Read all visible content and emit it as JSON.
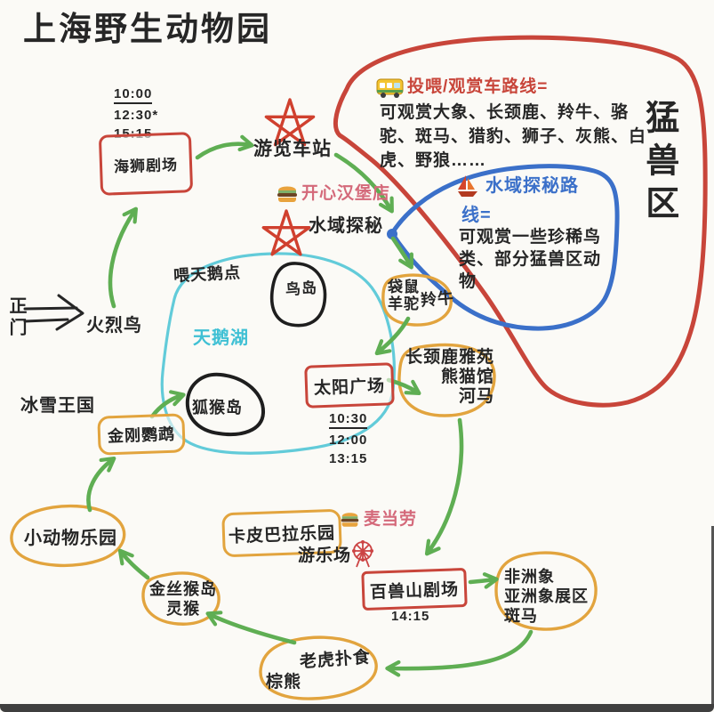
{
  "title": "上海野生动物园",
  "zone": {
    "beast_area": "猛兽区"
  },
  "legend_bus": {
    "title": "投喂/观赏车路线=",
    "body": "可观赏大象、长颈鹿、羚牛、骆\n驼、斑马、猎豹、狮子、灰熊、白\n虎、野狼……"
  },
  "legend_boat": {
    "title": "水域探秘路",
    "title2": "线=",
    "body": "可观赏一些珍稀鸟\n类、部分猛兽区动\n物"
  },
  "nodes": {
    "gate": "正门",
    "flamingo": "火烈鸟",
    "sea_lion_theater": "海狮剧场",
    "tour_bus_station": "游览车站",
    "happy_burger": "开心汉堡店",
    "water_exploration": "水域探秘",
    "swan_feeding_spot": "喂天鹅点",
    "swan_lake": "天鹅湖",
    "bird_island": "鸟岛",
    "lemur_island": "狐猴岛",
    "ice_snow_kingdom": "冰雪王国",
    "macaw": "金刚鹦鹉",
    "small_animal_park": "小动物乐园",
    "golden_monkey_island": "金丝猴岛\n灵猴",
    "capybara_park": "卡皮巴拉乐园",
    "amusement_park": "游乐场",
    "mcdonalds": "麦当劳",
    "beast_mountain_theater": "百兽山剧场",
    "sun_plaza": "太阳广场",
    "kangaroo_alpaca": "袋鼠\n羊驼",
    "takin": "羚牛",
    "giraffe_panda_hippo": "长颈鹿雅苑\n熊猫馆\n河马",
    "elephant_zebra": "非洲象\n亚洲象展区\n斑马",
    "tiger_feeding": "老虎扑食",
    "brown_bear": "棕熊"
  },
  "showtimes": {
    "sea_lion": [
      "10:00",
      "12:30*",
      "15:15"
    ],
    "sun_plaza": [
      "10:30",
      "12:00",
      "13:15"
    ],
    "beast_mountain": "14:15"
  },
  "icons": {
    "bus": "bus-icon",
    "burger": "burger-icon",
    "sailboat": "sailboat-icon",
    "ferris_wheel": "ferris-wheel-icon",
    "star": "star-doodle-icon"
  },
  "colors": {
    "bus_route_red": "#c8453a",
    "boat_route_blue": "#3b70c9",
    "walk_route_green": "#5fae53",
    "lake_cyan": "#62cbd9",
    "spot_orange": "#e2a43e",
    "food_pink": "#d4697a"
  }
}
